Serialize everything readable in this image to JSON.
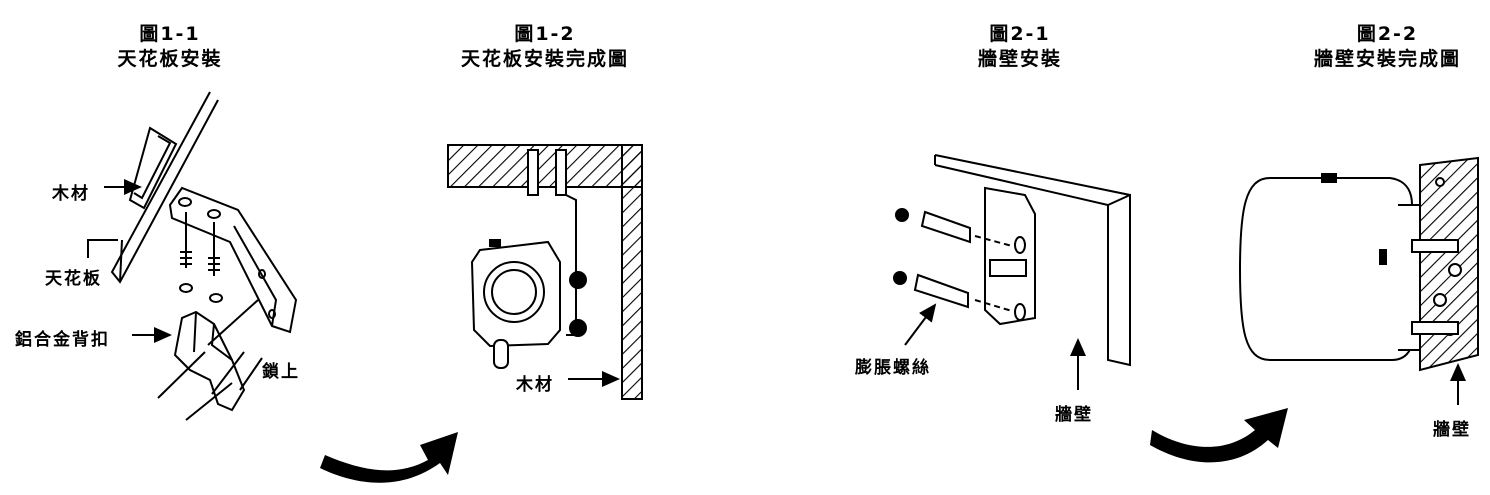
{
  "panels": [
    {
      "figure": "圖1-1",
      "caption": "天花板安裝"
    },
    {
      "figure": "圖1-2",
      "caption": "天花板安裝完成圖"
    },
    {
      "figure": "圖2-1",
      "caption": "牆壁安裝"
    },
    {
      "figure": "圖2-2",
      "caption": "牆壁安裝完成圖"
    }
  ],
  "labels": {
    "wood": "木材",
    "ceiling": "天花板",
    "bracket": "鋁合金背扣",
    "lock": "鎖上",
    "wood2": "木材",
    "anchor": "膨脹螺絲",
    "wall": "牆壁",
    "wall2": "牆壁"
  }
}
